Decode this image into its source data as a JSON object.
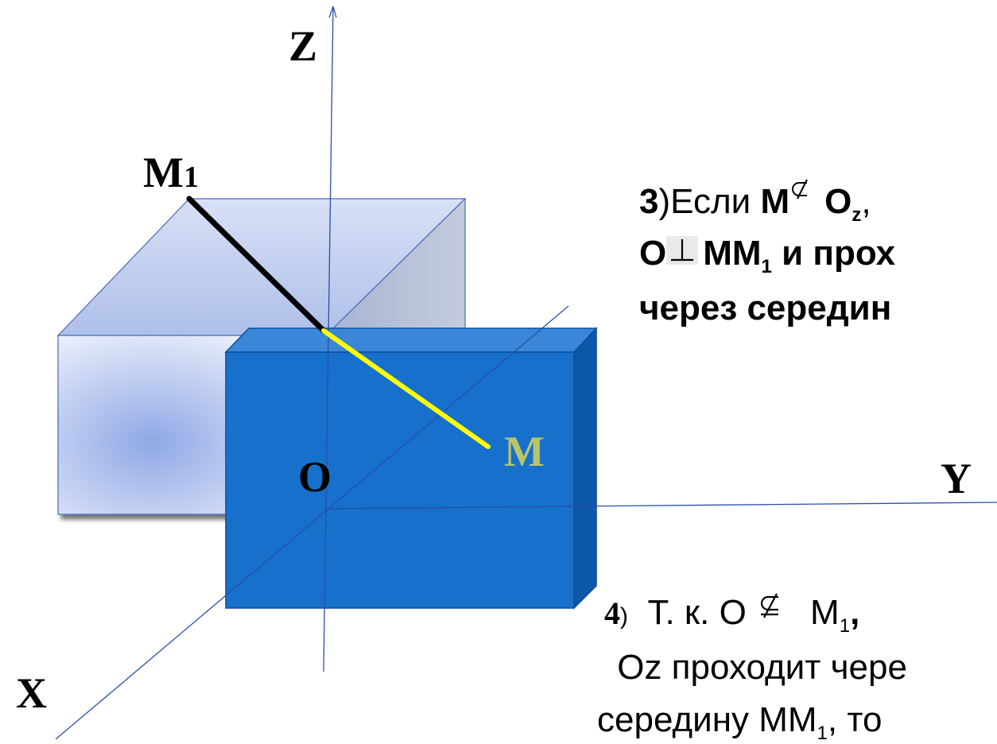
{
  "labels": {
    "axis_z": "Z",
    "axis_x": "X",
    "axis_y": "Y",
    "origin": "O",
    "point_m": "M",
    "point_m1": "M",
    "point_m1_sub": "1"
  },
  "step3": {
    "number": "3",
    "paren": ")",
    "if_word": "Если ",
    "m": "M",
    "axis_o": "O",
    "axis_z_sub": "z",
    "comma": ",",
    "line2_o": "O",
    "line2_mm": "MM",
    "line2_mm_sub": "1",
    "line2_rest": " и прох",
    "line3": "через середин"
  },
  "step4": {
    "number": "4",
    "paren": ")",
    "tk": "  Т. к. O ",
    "m1": "M",
    "m1_sub": "1",
    "m1_comma": ",",
    "line2": " Oz проходит чере",
    "line3": "середину MM",
    "line3_sub": "1",
    "line3_rest": ", то"
  },
  "colors": {
    "axis_line": "#2a4fa8",
    "front_cube": "#1670cc",
    "front_cube_top": "#3a86d8",
    "front_cube_side": "#0d57a8",
    "back_cube_light": "#e3e9f8",
    "back_cube_mid": "#9fb6e8",
    "segment_m1_o": "#000000",
    "segment_o_m": "#ffff00",
    "point_m_label": "#b9c46a"
  }
}
